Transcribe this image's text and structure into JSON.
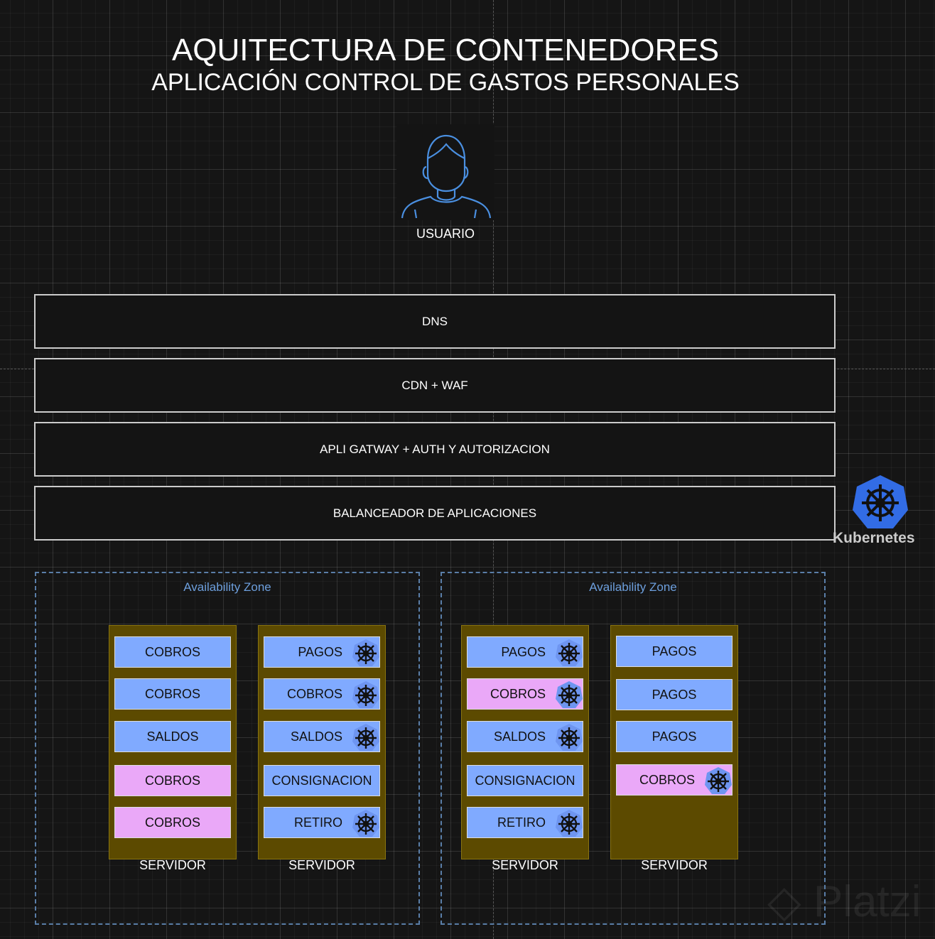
{
  "title": "AQUITECTURA DE CONTENEDORES",
  "subtitle": "APLICACIÓN CONTROL DE GASTOS PERSONALES",
  "user": {
    "label": "USUARIO",
    "icon": "user-icon"
  },
  "layers": [
    {
      "label": "DNS"
    },
    {
      "label": "CDN + WAF"
    },
    {
      "label": "APLI GATWAY + AUTH Y AUTORIZACION"
    },
    {
      "label": "BALANCEADOR DE APLICACIONES"
    }
  ],
  "kubernetes": {
    "label": "Kubernetes",
    "color": "#326ce5"
  },
  "zones": [
    {
      "label": "Availability Zone"
    },
    {
      "label": "Availability Zone"
    }
  ],
  "colors": {
    "blue": "#80aaff",
    "pink": "#eaa8f8",
    "server": "#5c4a00"
  },
  "servers": [
    {
      "label": "SERVIDOR",
      "items": [
        {
          "label": "COBROS",
          "color": "blue",
          "k8s": false
        },
        {
          "label": "COBROS",
          "color": "blue",
          "k8s": false
        },
        {
          "label": "SALDOS",
          "color": "blue",
          "k8s": false
        },
        {
          "label": "COBROS",
          "color": "pink",
          "k8s": false
        },
        {
          "label": "COBROS",
          "color": "pink",
          "k8s": false
        }
      ]
    },
    {
      "label": "SERVIDOR",
      "items": [
        {
          "label": "PAGOS",
          "color": "blue",
          "k8s": true
        },
        {
          "label": "COBROS",
          "color": "blue",
          "k8s": true
        },
        {
          "label": "SALDOS",
          "color": "blue",
          "k8s": true
        },
        {
          "label": "CONSIGNACION",
          "color": "blue",
          "k8s": false
        },
        {
          "label": "RETIRO",
          "color": "blue",
          "k8s": true
        }
      ]
    },
    {
      "label": "SERVIDOR",
      "items": [
        {
          "label": "PAGOS",
          "color": "blue",
          "k8s": true
        },
        {
          "label": "COBROS",
          "color": "pink",
          "k8s": true
        },
        {
          "label": "SALDOS",
          "color": "blue",
          "k8s": true
        },
        {
          "label": "CONSIGNACION",
          "color": "blue",
          "k8s": false
        },
        {
          "label": "RETIRO",
          "color": "blue",
          "k8s": true
        }
      ]
    },
    {
      "label": "SERVIDOR",
      "items": [
        {
          "label": "PAGOS",
          "color": "blue",
          "k8s": false
        },
        {
          "label": "PAGOS",
          "color": "blue",
          "k8s": false
        },
        {
          "label": "PAGOS",
          "color": "blue",
          "k8s": false
        },
        {
          "label": "COBROS",
          "color": "pink",
          "k8s": true
        }
      ]
    }
  ],
  "watermark": "Platzi"
}
